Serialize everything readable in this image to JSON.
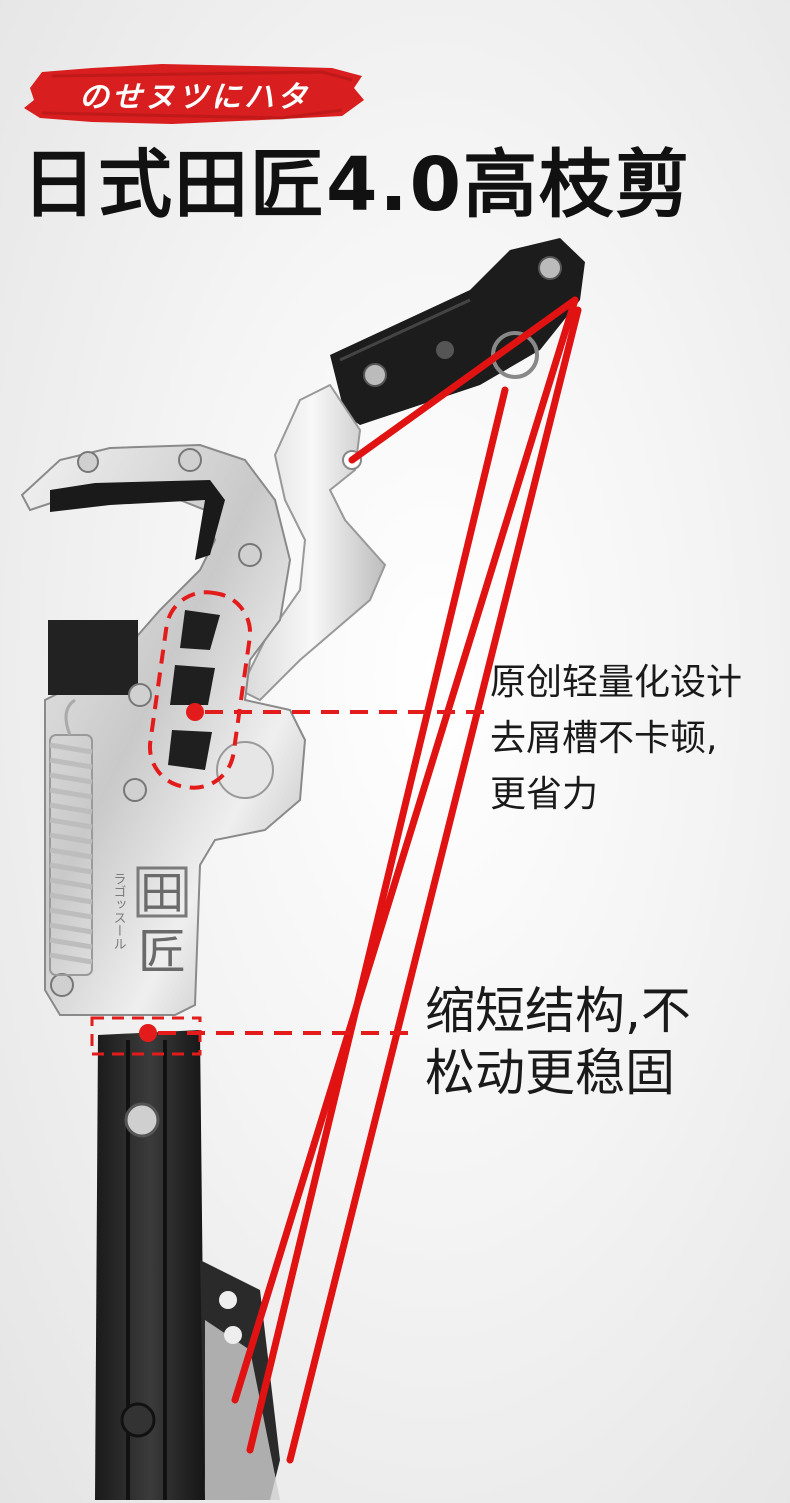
{
  "header": {
    "badge_text": "のせヌツにハタ",
    "badge_color": "#d81e1e",
    "title": "日式田匠4.0高枝剪"
  },
  "tool": {
    "brand_mark_line1": "田",
    "brand_mark_line2": "匠",
    "brand_sub": "ラゴッスール",
    "rope_color": "#e01212",
    "handle_color": "#2a2a2a"
  },
  "callouts": [
    {
      "lines": [
        "原创轻量化设计",
        "去屑槽不卡顿,",
        "更省力"
      ]
    },
    {
      "lines": [
        "缩短结构,不",
        "松动更稳固"
      ]
    }
  ]
}
